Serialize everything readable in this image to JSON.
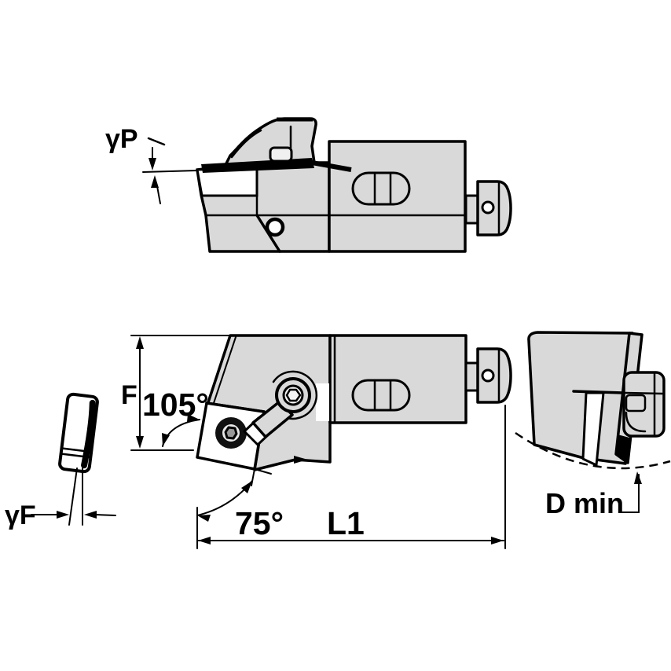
{
  "diagram_type": "tool-holder-engineering-drawing",
  "colors": {
    "background": "#ffffff",
    "body_fill": "#d9d9d9",
    "insert_fill": "#ffffff",
    "line": "#000000"
  },
  "labels": {
    "back_rake": "γP",
    "side_rake": "γF",
    "functional_height": "F",
    "insert_included_angle": "105°",
    "lead_angle": "75°",
    "functional_length": "L1",
    "min_bore_diameter": "D min"
  }
}
